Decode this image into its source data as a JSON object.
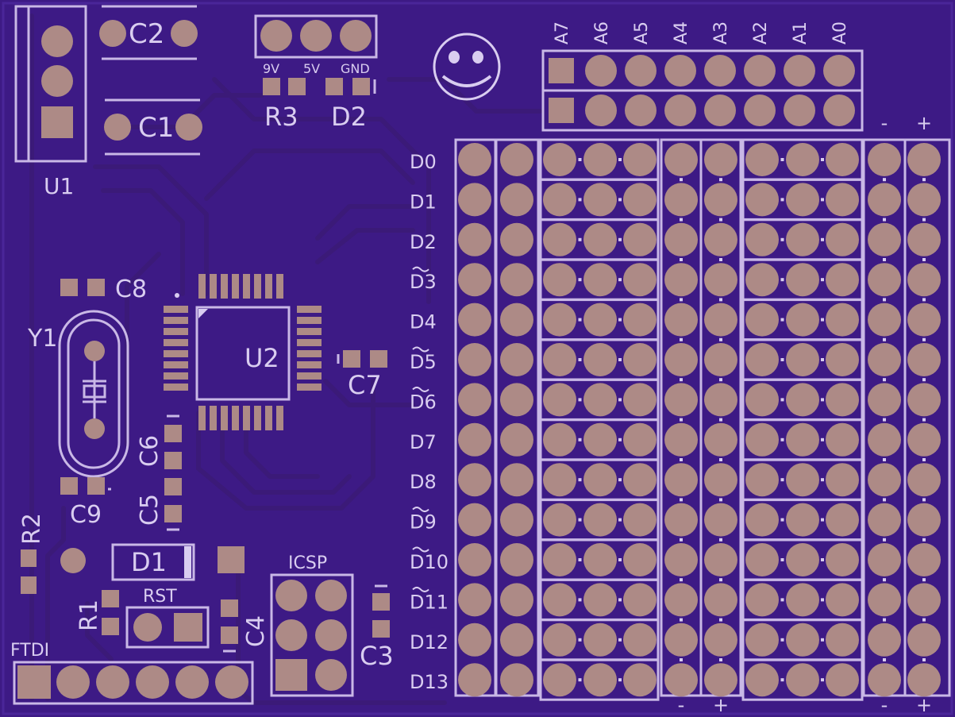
{
  "board": {
    "background_color": "#2b0f5a",
    "soldermask_color": "#3d1a85",
    "pad_color": "#ad8a86",
    "silkscreen_color": "#d9cdf0"
  },
  "labels": {
    "U1": "U1",
    "U2": "U2",
    "C1": "C1",
    "C2": "C2",
    "C3": "C3",
    "C4": "C4",
    "C5": "C5",
    "C6": "C6",
    "C7": "C7",
    "C8": "C8",
    "C9": "C9",
    "Y1": "Y1",
    "R1": "R1",
    "R2": "R2",
    "R3": "R3",
    "D1": "D1",
    "D2": "D2",
    "ICSP": "ICSP",
    "RST": "RST",
    "FTDI": "FTDI"
  },
  "power_labels": [
    "9V",
    "5V",
    "GND"
  ],
  "analog_labels": [
    "A7",
    "A6",
    "A5",
    "A4",
    "A3",
    "A2",
    "A1",
    "A0"
  ],
  "digital_labels": [
    "D0",
    "D1",
    "D2",
    "D3",
    "D4",
    "D5",
    "D6",
    "D7",
    "D8",
    "D9",
    "D10",
    "D11",
    "D12",
    "D13"
  ],
  "pwm_pins": [
    "D3",
    "D5",
    "D6",
    "D9",
    "D10",
    "D11"
  ],
  "rail_labels_top": [
    "-",
    "+"
  ],
  "rail_labels_bottom": [
    "-",
    "+",
    "-",
    "+"
  ],
  "logo": "smiley-face"
}
